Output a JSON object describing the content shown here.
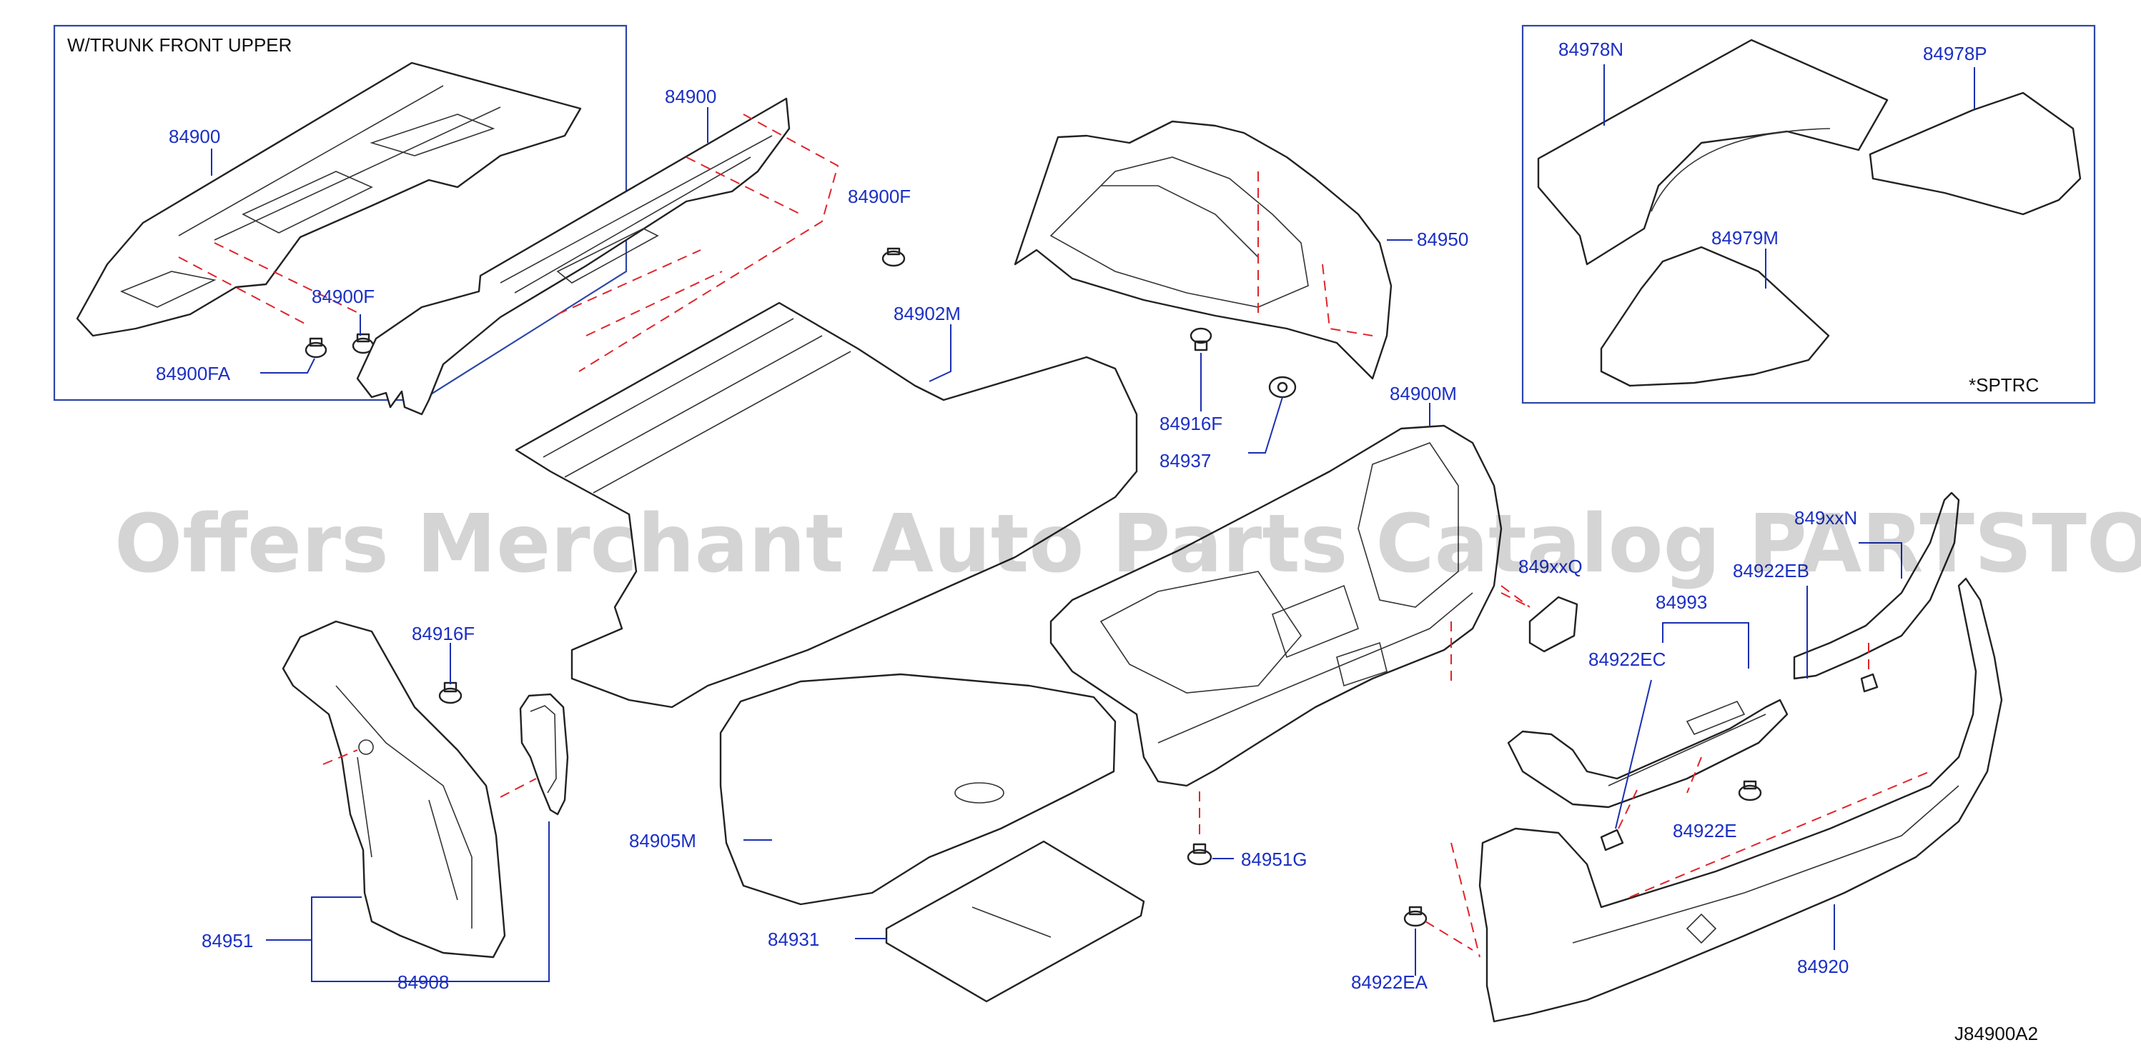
{
  "watermark": "Offers Merchant Auto Parts Catalog PARTSTORE.SA",
  "diagram_code": "J84900A2",
  "inset_left_title": "W/TRUNK   FRONT   UPPER",
  "inset_right_note": "*SPTRC",
  "labels": {
    "p84900_inset": "84900",
    "p84900_main": "84900",
    "p84900F_inset": "84900F",
    "p84900F_main": "84900F",
    "p84900FA": "84900FA",
    "p84902M": "84902M",
    "p84950": "84950",
    "p84916F_top": "84916F",
    "p84937": "84937",
    "p84900M": "84900M",
    "p84978N": "84978N",
    "p84978P": "84978P",
    "p84979M": "84979M",
    "p84916F_left": "84916F",
    "p84951": "84951",
    "p84908": "84908",
    "p84905M": "84905M",
    "p84931": "84931",
    "p84951G": "84951G",
    "p849xxQ": "849xxQ",
    "p84993": "84993",
    "p84922EC": "84922EC",
    "p849xxN": "849xxN",
    "p84922EB": "84922EB",
    "p84922E": "84922E",
    "p84922EA": "84922EA",
    "p84920": "84920"
  },
  "colors": {
    "label": "#1b2fc4",
    "leader": "#1a2fb0",
    "dashed_guide": "#e0242a",
    "inset_border": "#2c46a8"
  }
}
